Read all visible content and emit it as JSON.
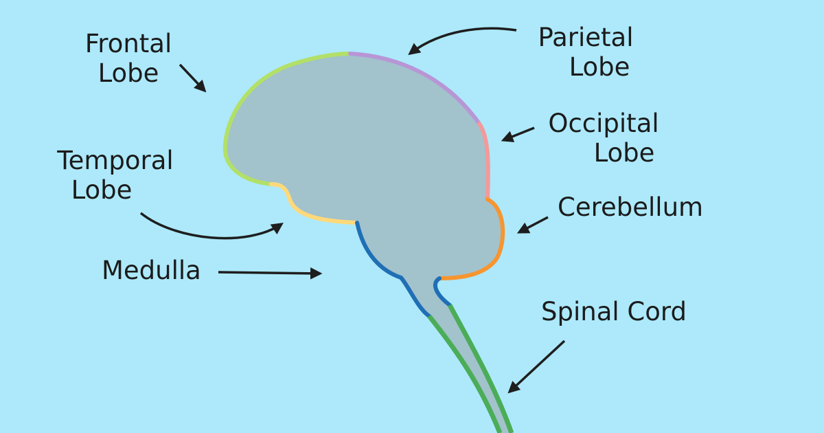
{
  "colors": {
    "background": "#ade9fb",
    "brain_fill": "#a2c2cc",
    "text": "#1b1b1b",
    "arrow": "#1e1e1e",
    "frontal_lobe": "#b2e068",
    "parietal_lobe": "#b896d6",
    "occipital_lobe": "#f39a9a",
    "temporal_lobe": "#ffd97a",
    "cerebellum": "#f7952f",
    "medulla": "#1f6fb5",
    "spinal_cord": "#4bad57"
  },
  "labels": {
    "frontal": [
      "Frontal",
      "Lobe"
    ],
    "parietal": [
      "Parietal",
      "Lobe"
    ],
    "occipital": [
      "Occipital",
      "Lobe"
    ],
    "temporal": [
      "Temporal",
      "Lobe"
    ],
    "cerebellum": "Cerebellum",
    "medulla": "Medulla",
    "spinal_cord": "Spinal Cord"
  }
}
